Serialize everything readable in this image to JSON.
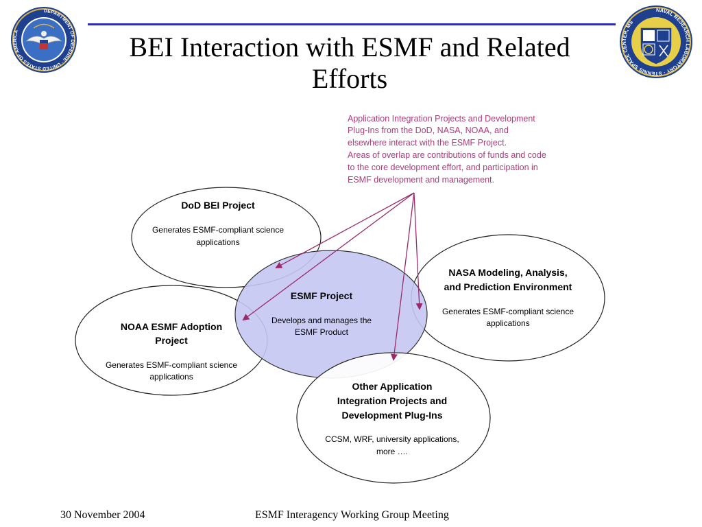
{
  "slide": {
    "title_line1": "BEI Interaction with ESMF and Related",
    "title_line2": "Efforts"
  },
  "logos": {
    "left": {
      "ring_text": "DEPARTMENT OF DEFENSE · UNITED STATES OF AMERICA"
    },
    "right": {
      "ring_text": "NAVAL RESEARCH LABORATORY · STENNIS SPACE CENTER, MS"
    }
  },
  "annotation": {
    "lines": [
      "Application Integration Projects and Development",
      "Plug-Ins from the DoD, NASA, NOAA, and",
      "elsewhere interact with the ESMF Project.",
      "Areas of overlap are contributions of funds and code",
      "to the core development effort, and participation in",
      "ESMF development and management."
    ],
    "color": "#b03a7a"
  },
  "nodes": {
    "dod": {
      "title": [
        "DoD BEI Project"
      ],
      "desc": [
        "Generates ESMF-compliant science",
        "applications"
      ]
    },
    "esmf": {
      "title": [
        "ESMF Project"
      ],
      "desc": [
        "Develops and manages the",
        "ESMF Product"
      ],
      "fill": "#c4c7f2"
    },
    "nasa": {
      "title": [
        "NASA Modeling, Analysis,",
        "and Prediction Environment"
      ],
      "desc": [
        "Generates ESMF-compliant science",
        "applications"
      ]
    },
    "noaa": {
      "title": [
        "NOAA ESMF Adoption",
        "Project"
      ],
      "desc": [
        "Generates ESMF-compliant science",
        "applications"
      ]
    },
    "other": {
      "title": [
        "Other Application",
        "Integration Projects and",
        "Development Plug-Ins"
      ],
      "desc": [
        "CCSM, WRF, university applications,",
        "more …."
      ]
    }
  },
  "arrow_color": "#9a2a6a",
  "footer": {
    "date": "30 November 2004",
    "meeting": "ESMF Interagency Working Group Meeting"
  }
}
